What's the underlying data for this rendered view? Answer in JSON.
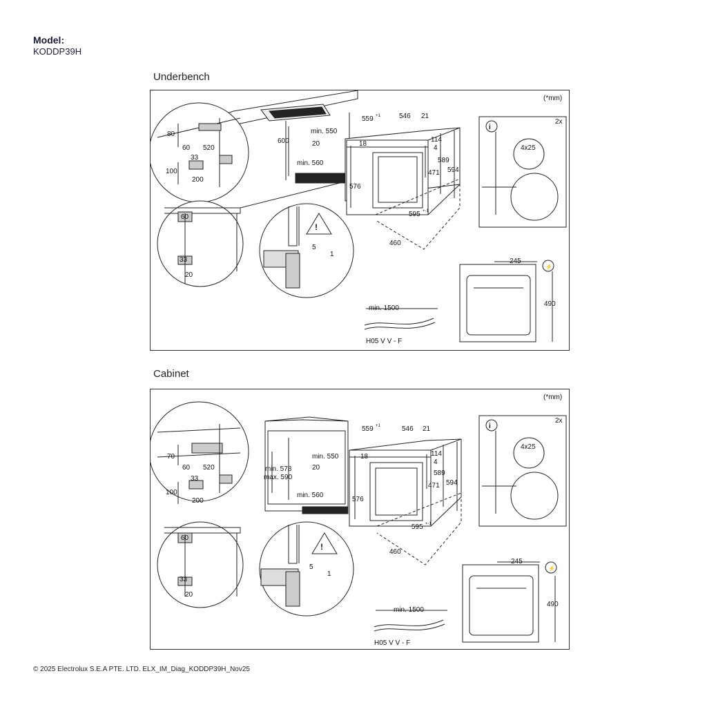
{
  "header": {
    "model_label": "Model:",
    "model_code": "KODDP39H"
  },
  "footer": {
    "copyright": "© 2025 Electrolux S.E.A PTE. LTD. ELX_IM_Diag_KODDP39H_Nov25"
  },
  "sections": [
    {
      "title": "Underbench",
      "unit_note": "(*mm)",
      "count_note": "2x",
      "screw_label": "4x25",
      "cable_min": "min. 1500",
      "cable_type": "H05 V V - F",
      "dims": {
        "d80": "80",
        "d60a": "60",
        "d520": "520",
        "d33a": "33",
        "d100": "100",
        "d200": "200",
        "d600": "600",
        "min550": "min. 550",
        "d20a": "20",
        "min560": "min. 560",
        "d559": "559",
        "d559sup": "+1",
        "d546": "546",
        "d21": "21",
        "d18": "18",
        "d114": "114",
        "d4": "4",
        "d589": "589",
        "d594": "594",
        "d471": "471",
        "d576": "576",
        "d595": "595",
        "d595sup": "+-1",
        "d460": "460",
        "d60b": "60",
        "d33b": "33",
        "d20b": "20",
        "d5": "5",
        "d1": "1",
        "d245": "245",
        "d490": "490"
      }
    },
    {
      "title": "Cabinet",
      "unit_note": "(*mm)",
      "count_note": "2x",
      "screw_label": "4x25",
      "cable_min": "min. 1500",
      "cable_type": "H05 V V - F",
      "dims": {
        "d70": "70",
        "d60a": "60",
        "d520": "520",
        "d33a": "33",
        "d100": "100",
        "d200": "200",
        "min578": "min. 578",
        "max590": "max. 590",
        "min550": "min. 550",
        "d20a": "20",
        "min560": "min. 560",
        "d559": "559",
        "d559sup": "+1",
        "d546": "546",
        "d21": "21",
        "d18": "18",
        "d114": "114",
        "d4": "4",
        "d589": "589",
        "d594": "594",
        "d471": "471",
        "d576": "576",
        "d595": "595",
        "d595sup": "+-1",
        "d460": "460",
        "d60b": "60",
        "d33b": "33",
        "d20b": "20",
        "d5": "5",
        "d1": "1",
        "d245": "245",
        "d490": "490"
      }
    }
  ]
}
